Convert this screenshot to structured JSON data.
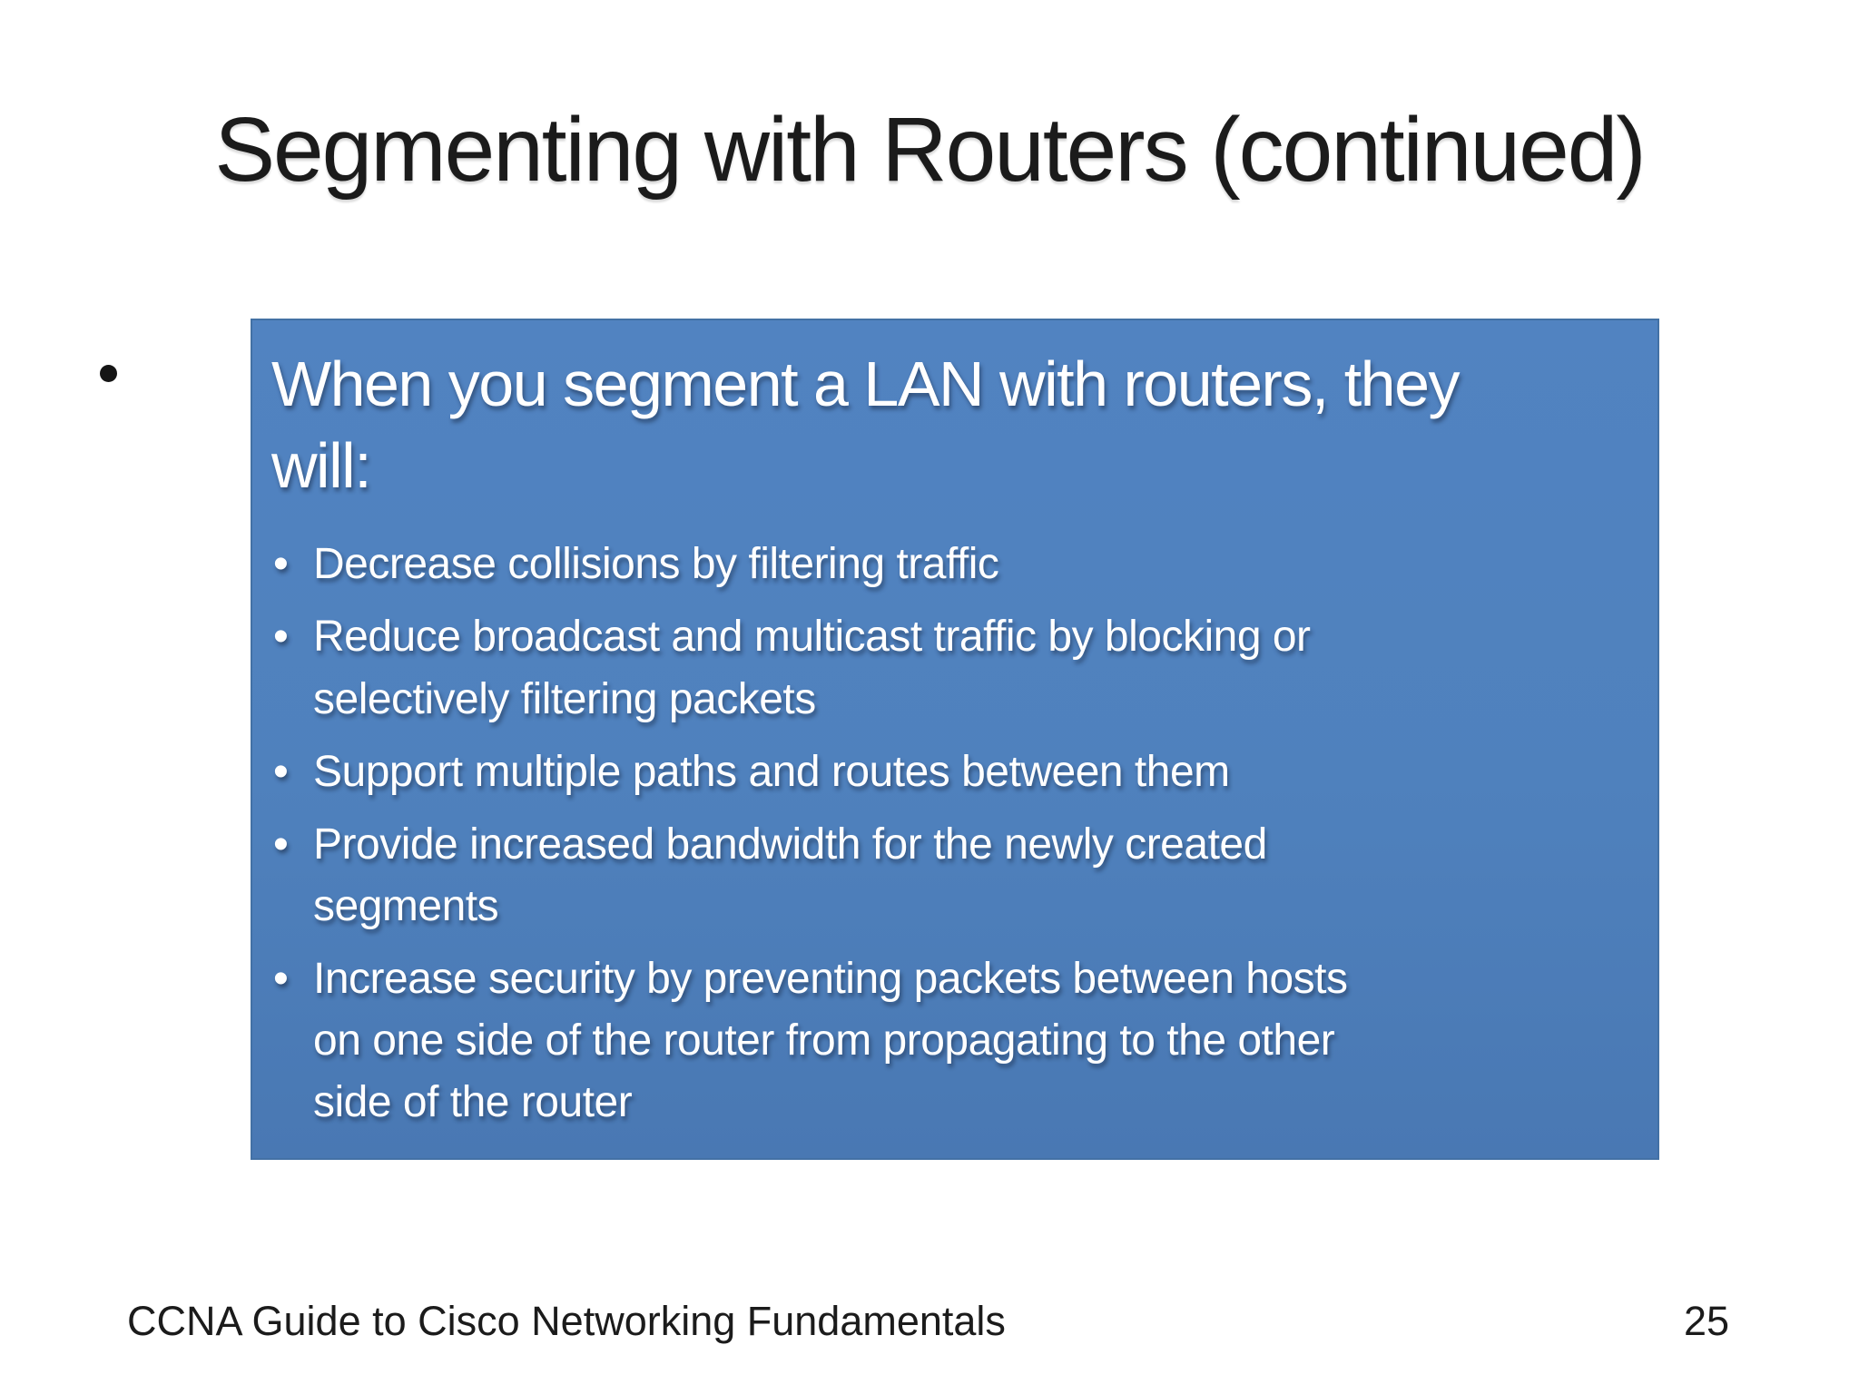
{
  "slide": {
    "title": "Segmenting with Routers (continued)",
    "bullet_glyph": "•",
    "content_box": {
      "heading": "When you segment a LAN with routers, they\nwill:",
      "bullets": [
        "Decrease collisions by filtering traffic",
        "Reduce broadcast and multicast traffic by blocking or\nselectively filtering packets",
        "Support multiple paths and routes between them",
        "Provide increased bandwidth for the newly created\nsegments",
        "Increase security by preventing packets between  hosts\non one side of the router from propagating to the  other\nside of the router"
      ],
      "background_color": "#4f81bd",
      "border_color": "#4371a5",
      "text_color": "#ffffff"
    },
    "footer": {
      "left": "CCNA Guide to Cisco Networking Fundamentals",
      "page_number": "25"
    }
  }
}
